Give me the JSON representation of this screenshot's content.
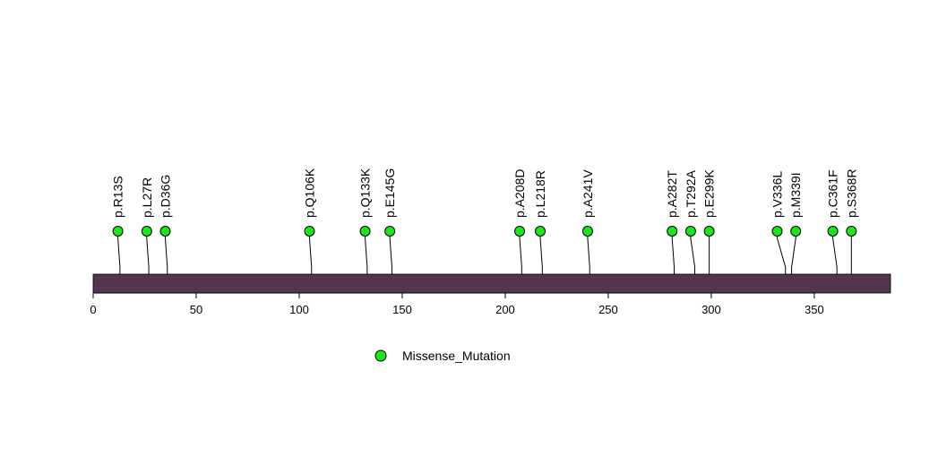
{
  "chart_data": {
    "type": "lollipop",
    "protein_length": 387,
    "xlim": [
      0,
      387
    ],
    "x_ticks": [
      0,
      50,
      100,
      150,
      200,
      250,
      300,
      350
    ],
    "x_tick_labels": [
      "0",
      "50",
      "100",
      "150",
      "200",
      "250",
      "300",
      "350"
    ],
    "domain_color": "#54344f",
    "marker_color": "#1be61b",
    "mutations": [
      {
        "label": "p.R13S",
        "position": 13,
        "display_position": 12
      },
      {
        "label": "p.L27R",
        "position": 27,
        "display_position": 26
      },
      {
        "label": "p.D36G",
        "position": 36,
        "display_position": 35
      },
      {
        "label": "p.Q106K",
        "position": 106,
        "display_position": 105
      },
      {
        "label": "p.Q133K",
        "position": 133,
        "display_position": 132
      },
      {
        "label": "p.E145G",
        "position": 145,
        "display_position": 144
      },
      {
        "label": "p.A208D",
        "position": 208,
        "display_position": 207
      },
      {
        "label": "p.L218R",
        "position": 218,
        "display_position": 217
      },
      {
        "label": "p.A241V",
        "position": 241,
        "display_position": 240
      },
      {
        "label": "p.A282T",
        "position": 282,
        "display_position": 281
      },
      {
        "label": "p.T292A",
        "position": 292,
        "display_position": 290
      },
      {
        "label": "p.E299K",
        "position": 299,
        "display_position": 299
      },
      {
        "label": "p.V336L",
        "position": 336,
        "display_position": 332
      },
      {
        "label": "p.M339I",
        "position": 339,
        "display_position": 341
      },
      {
        "label": "p.C361F",
        "position": 361,
        "display_position": 359
      },
      {
        "label": "p.S368R",
        "position": 368,
        "display_position": 368
      }
    ],
    "legend": [
      {
        "label": "Missense_Mutation",
        "color": "#1be61b"
      }
    ]
  }
}
